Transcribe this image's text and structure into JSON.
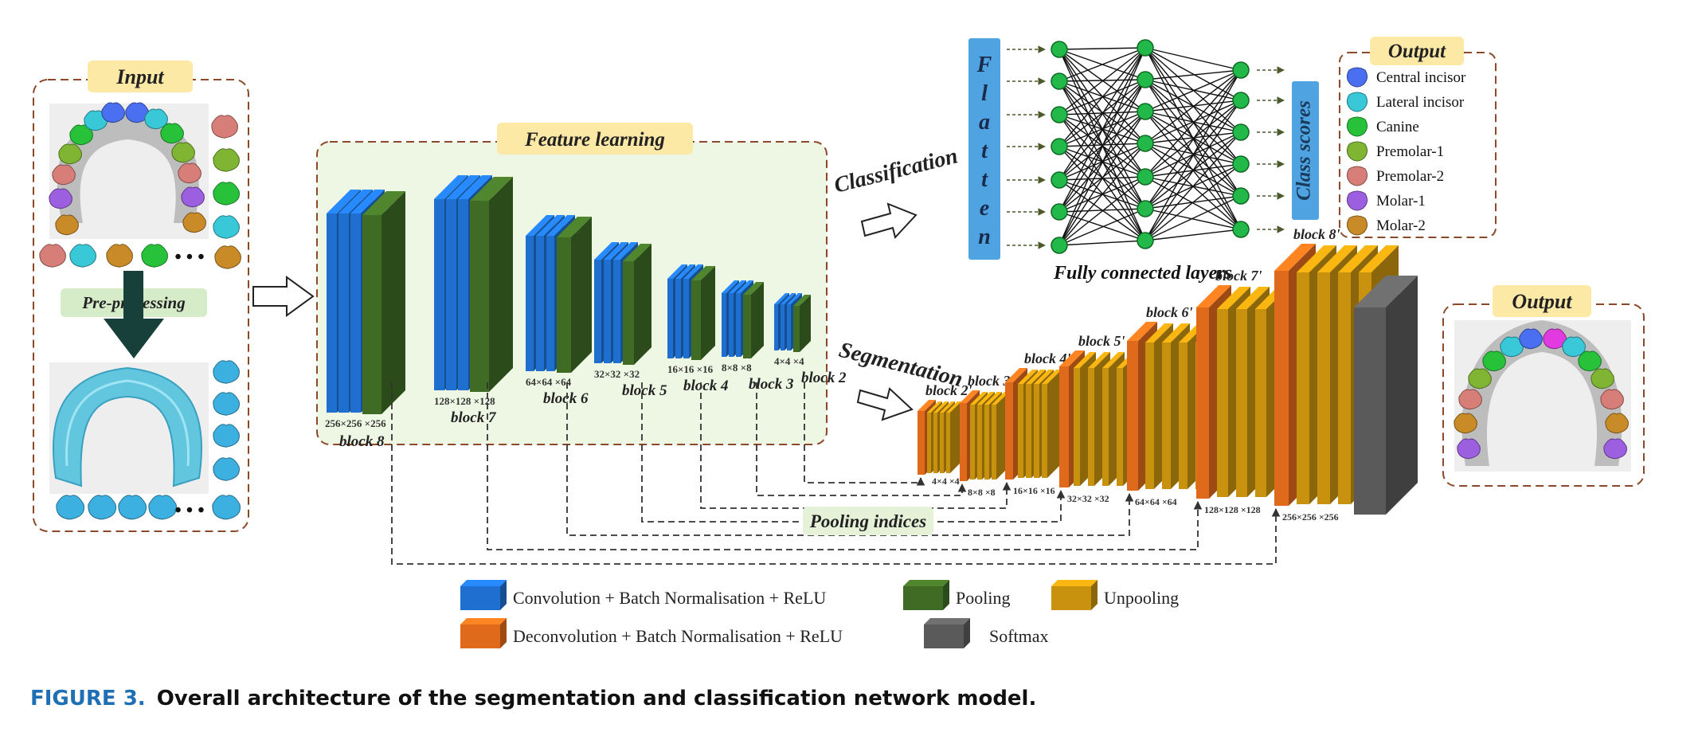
{
  "input": {
    "title": "Input",
    "preprocessing": "Pre-processing",
    "dots": "• • •"
  },
  "feature_learning": {
    "title": "Feature learning",
    "blocks": [
      {
        "name": "block 8",
        "size": "256×256 ×256"
      },
      {
        "name": "block 7",
        "size": "128×128 ×128"
      },
      {
        "name": "block 6",
        "size": "64×64 ×64"
      },
      {
        "name": "block 5",
        "size": "32×32 ×32"
      },
      {
        "name": "block 4",
        "size": "16×16 ×16"
      },
      {
        "name": "block 3",
        "size": "8×8 ×8"
      },
      {
        "name": "block 2",
        "size": "4×4 ×4"
      }
    ]
  },
  "classification": {
    "label": "Classification",
    "flatten": [
      "F",
      "l",
      "a",
      "t",
      "t",
      "e",
      "n"
    ],
    "fc_label": "Fully connected layers",
    "class_scores": "Class scores"
  },
  "output_classes": {
    "title": "Output",
    "items": [
      {
        "label": "Central incisor",
        "color": "#4a6ff0"
      },
      {
        "label": "Lateral incisor",
        "color": "#38c8d8"
      },
      {
        "label": "Canine",
        "color": "#27c23a"
      },
      {
        "label": "Premolar-1",
        "color": "#7fb532"
      },
      {
        "label": "Premolar-2",
        "color": "#d87e78"
      },
      {
        "label": "Molar-1",
        "color": "#9b5fe0"
      },
      {
        "label": "Molar-2",
        "color": "#c98a28"
      }
    ]
  },
  "segmentation": {
    "label": "Segmentation",
    "blocks": [
      {
        "name": "block 2'",
        "size": "4×4 ×4"
      },
      {
        "name": "block 3'",
        "size": "8×8 ×8"
      },
      {
        "name": "block 4'",
        "size": "16×16 ×16"
      },
      {
        "name": "block 5'",
        "size": "32×32 ×32"
      },
      {
        "name": "block 6'",
        "size": "64×64 ×64"
      },
      {
        "name": "block 7'",
        "size": "128×128 ×128"
      },
      {
        "name": "block 8'",
        "size": "256×256 ×256"
      }
    ],
    "pooling_indices": "Pooling indices"
  },
  "output_seg": {
    "title": "Output"
  },
  "legend": [
    {
      "label": "Convolution + Batch Normalisation + ReLU",
      "color": "#1f6fd0"
    },
    {
      "label": "Pooling",
      "color": "#3f6b25"
    },
    {
      "label": "Unpooling",
      "color": "#c8920e"
    },
    {
      "label": "Deconvolution + Batch Normalisation + ReLU",
      "color": "#e06a1c"
    },
    {
      "label": "Softmax",
      "color": "#5a5a5a"
    }
  ],
  "caption": {
    "label": "FIGURE 3.",
    "text": "Overall architecture of the segmentation and classification network model."
  }
}
